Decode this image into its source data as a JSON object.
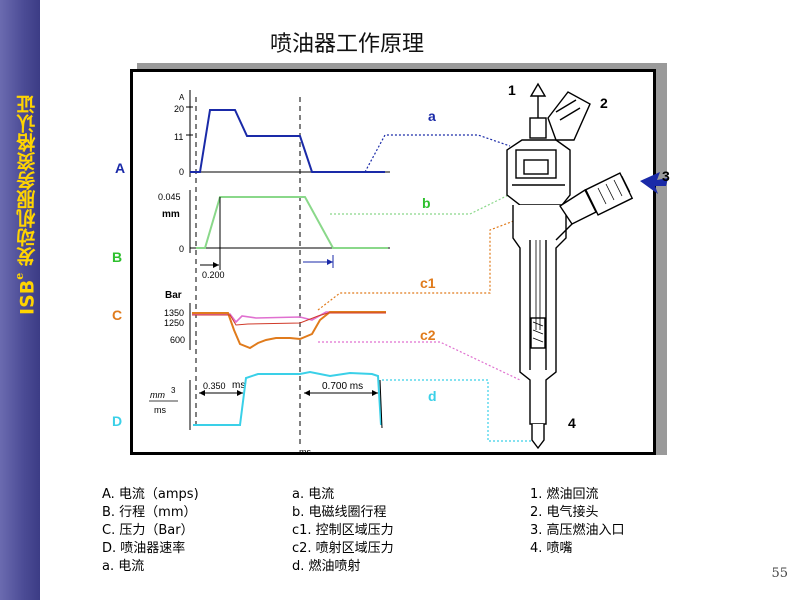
{
  "sidebar": {
    "brand": "ISB",
    "brand_sup": "e",
    "subtitle": "发动机服务资格认证"
  },
  "title": "喷油器工作原理",
  "rows": {
    "A": "A",
    "B": "B",
    "C": "C",
    "D": "D"
  },
  "colors": {
    "A": "#1a2aa8",
    "B": "#8ad88a",
    "C": "#e07b1c",
    "C_pink": "#e070d0",
    "D": "#3ad0e8",
    "sidebar_text": "#ffd400"
  },
  "graph_text": {
    "amp_unit": "A",
    "t20": "20",
    "t11": "11",
    "t0a": "0",
    "mm_val": "0.045",
    "mm_unit": "mm",
    "t0b": "0",
    "t200": "0.200",
    "bar_unit": "Bar",
    "t1350": "1350",
    "t1250": "1250",
    "t600": "600",
    "t350": "0.350",
    "ms1": "ms",
    "t700": "0.700 ms",
    "mm3_num": "mm",
    "mm3_exp": "3",
    "mm3_den": "ms",
    "ms_bottom": "ms"
  },
  "curve_labels": {
    "a": "a",
    "b": "b",
    "c1": "c1",
    "c2": "c2",
    "d": "d"
  },
  "injector_labels": {
    "n1": "1",
    "n2": "2",
    "n3": "3",
    "n4": "4"
  },
  "legend": {
    "col1": [
      "A. 电流（amps)",
      "B. 行程（mm）",
      "C. 压力（Bar）",
      "D. 喷油器速率",
      "a.  电流"
    ],
    "col2": [
      "a.  电流",
      "b.   电磁线圈行程",
      "c1. 控制区域压力",
      "c2. 喷射区域压力",
      "d.  燃油喷射"
    ],
    "col3": [
      "1. 燃油回流",
      "2. 电气接头",
      "3. 高压燃油入口",
      "4. 喷嘴"
    ]
  },
  "page_number": "55"
}
